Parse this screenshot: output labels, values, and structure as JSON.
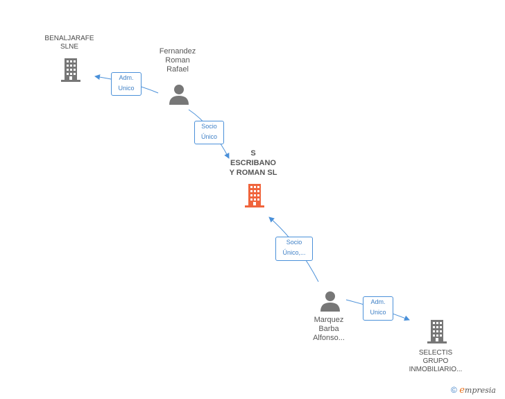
{
  "nodes": {
    "benaljarafe": {
      "label_line1": "BENALJARAFE",
      "label_line2": "SLNE",
      "type": "company",
      "icon": "building-icon"
    },
    "fernandez": {
      "label_line1": "Fernandez",
      "label_line2": "Roman",
      "label_line3": "Rafael",
      "type": "person",
      "icon": "person-icon"
    },
    "center": {
      "label_line1": "S",
      "label_line2": "ESCRIBANO",
      "label_line3": "Y ROMAN SL",
      "type": "company",
      "icon": "building-icon"
    },
    "marquez": {
      "label_line1": "Marquez",
      "label_line2": "Barba",
      "label_line3": "Alfonso...",
      "type": "person",
      "icon": "person-icon"
    },
    "selectis": {
      "label_line1": "SELECTIS",
      "label_line2": "GRUPO",
      "label_line3": "INMOBILIARIO...",
      "type": "company",
      "icon": "building-icon"
    }
  },
  "edges": {
    "fernandez_benaljarafe": {
      "line1": "Adm.",
      "line2": "Unico"
    },
    "fernandez_center": {
      "line1": "Socio",
      "line2": "Único"
    },
    "marquez_center": {
      "line1": "Socio",
      "line2": "Único,..."
    },
    "marquez_selectis": {
      "line1": "Adm.",
      "line2": "Unico"
    }
  },
  "watermark": {
    "symbol": "©",
    "brand_initial": "e",
    "brand_rest": "mpresia"
  },
  "colors": {
    "center_node": "#f0643c",
    "company_node": "#777777",
    "person_node": "#777777",
    "edge_line": "#4a90d9"
  }
}
